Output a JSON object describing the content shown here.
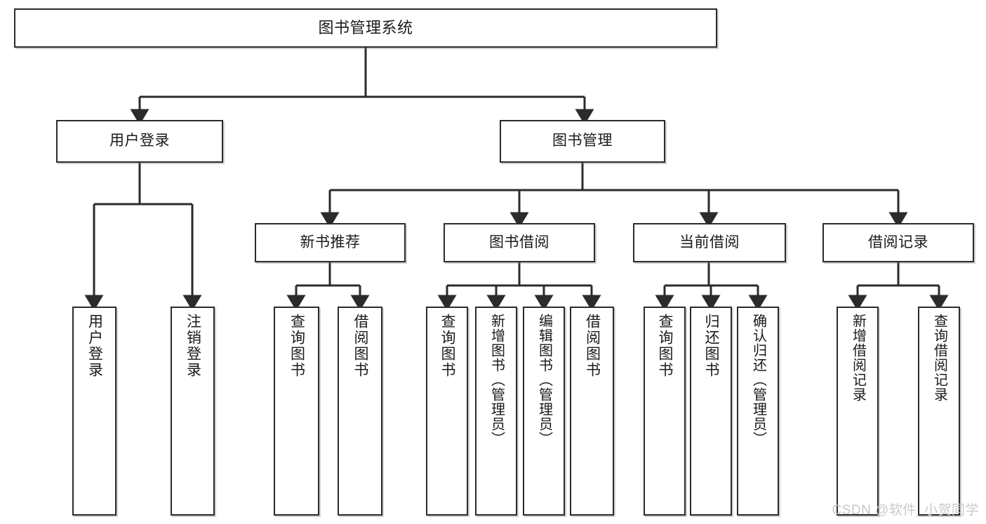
{
  "diagram": {
    "title": "图书管理系统",
    "watermark": "CSDN @软件_小贺同学",
    "edge_color": "#2b2b2b",
    "box_border_color": "#2b2b2b",
    "box_fill_color": "#ffffff",
    "text_color": "#1a1a1a",
    "watermark_color": "#c9c9c9",
    "levels": {
      "root": "图书管理系统",
      "level2": [
        "用户登录",
        "图书管理"
      ],
      "level3": [
        "新书推荐",
        "图书借阅",
        "当前借阅",
        "借阅记录"
      ]
    },
    "nodes": {
      "root": {
        "label": "图书管理系统"
      },
      "user_login": {
        "label": "用户登录"
      },
      "book_manage": {
        "label": "图书管理"
      },
      "new_book_rec": {
        "label": "新书推荐"
      },
      "book_borrow": {
        "label": "图书借阅"
      },
      "current_borrow": {
        "label": "当前借阅"
      },
      "borrow_record": {
        "label": "借阅记录"
      },
      "leaf_user_login": {
        "label": "用户登录"
      },
      "leaf_logout": {
        "label": "注销登录"
      },
      "leaf_query_book_1": {
        "label": "查询图书"
      },
      "leaf_borrow_book_1": {
        "label": "借阅图书"
      },
      "leaf_query_book_2": {
        "label": "查询图书"
      },
      "leaf_add_book": {
        "label": "新增图书（管理员）"
      },
      "leaf_edit_book": {
        "label": "编辑图书（管理员）"
      },
      "leaf_borrow_book_2": {
        "label": "借阅图书"
      },
      "leaf_query_book_3": {
        "label": "查询图书"
      },
      "leaf_return_book": {
        "label": "归还图书"
      },
      "leaf_confirm_return": {
        "label": "确认归还（管理员）"
      },
      "leaf_add_record": {
        "label": "新增借阅记录"
      },
      "leaf_query_record": {
        "label": "查询借阅记录"
      }
    }
  }
}
